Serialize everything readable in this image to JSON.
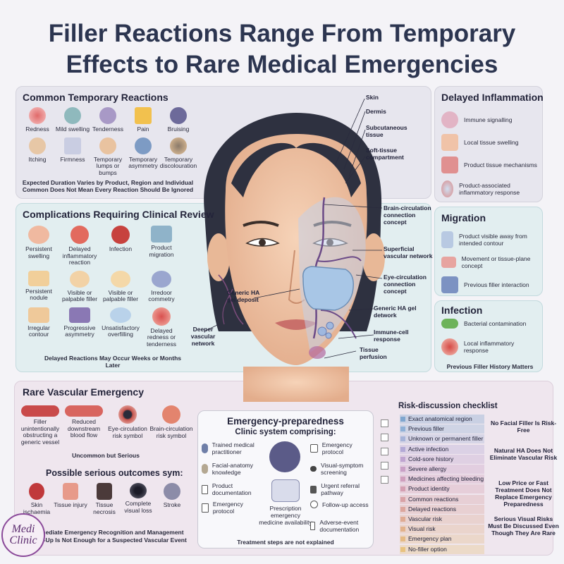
{
  "title": {
    "line1": "Filler Reactions Range From Temporary",
    "line2": "Effects to Rare Medical Emergencies"
  },
  "common": {
    "heading": "Common Temporary Reactions",
    "items": [
      "Redness",
      "Mild swelling",
      "Tenderness",
      "Pain",
      "Bruising",
      "Itching",
      "Firmness",
      "Temporary lumps or bumps",
      "Temporary asymmetry",
      "Temporary discolouration"
    ],
    "note": "Expected Duration Varies by Product, Region and Individual Common Does Not Mean Every Reaction Should Be Ignored"
  },
  "complications": {
    "heading": "Complications Requiring Clinical Review",
    "items": [
      "Persistent swelling",
      "Delayed inflammatory reaction",
      "Infection",
      "Product migration",
      "Persistent nodule",
      "Visible or palpable filler",
      "Visible or palpable filler",
      "Irredoor commetry",
      "Irregular contour",
      "Progressive asymmetry",
      "Unsatisfactory overfilling",
      "Delayed redness or tenderness"
    ],
    "note": "Delayed Reactions May Occur Weeks or Months Later"
  },
  "delayed": {
    "heading": "Delayed Inflammation",
    "items": [
      "Immune signalling",
      "Local tissue swelling",
      "Product tissue mechanisms",
      "Product-associated inflammatory response"
    ]
  },
  "migration": {
    "heading": "Migration",
    "items": [
      "Product visible away from intended contour",
      "Movement or tissue-plane concept",
      "Previous filler interaction"
    ]
  },
  "infection": {
    "heading": "Infection",
    "items": [
      "Bacterial contamination",
      "Local inflammatory response"
    ],
    "note": "Previous Filler History Matters"
  },
  "face_labels": {
    "skin": "Skin",
    "dermis": "Dermis",
    "subcutaneous": "Subcutaneous tissue",
    "soft_tissue": "Soft-tissue compartment",
    "brain": "Brain-circulation connection concept",
    "superficial": "Superficial vascular network",
    "eye": "Eye-circulation connection concept",
    "gel_deposit": "Generic HA gel deposit",
    "gel_network": "Generic HA gel detwork",
    "immune": "Immune-cell response",
    "perfusion": "Tissue perfusion",
    "deeper": "Deeper vascular network"
  },
  "vascular": {
    "heading": "Rare Vascular Emergency",
    "items": [
      "Filler unintentionally obstructing a generic vessel",
      "Reduced downstream blood flow",
      "Eye-circulation risk symbol",
      "Brain-circulation risk symbol"
    ],
    "note": "Uncommon but Serious",
    "outcomes_heading": "Possible serious outcomes sym:",
    "outcomes": [
      "Skin ischaemia",
      "Tissue injury",
      "Tissue necrosis",
      "Complete visual loss",
      "Stroke"
    ],
    "footer_line1": "s Immediate Emergency Recognition and Management",
    "footer_line2": "ollow-Up Is Not Enough for a Suspected Vascular Event"
  },
  "preparedness": {
    "heading": "Emergency-preparedness",
    "subheading": "Clinic system comprising:",
    "left": [
      "Trained medical practitioner",
      "Facial-anatomy knowledge",
      "Product documentation",
      "Emergency protocol"
    ],
    "center": "Prescription emergency medicine availability",
    "right": [
      "Emergency protocol",
      "Visual-symptom screening",
      "Urgent referral pathway",
      "Follow-up access",
      "Adverse-event documentation"
    ],
    "note": "Treatment steps are not explained"
  },
  "checklist": {
    "heading": "Risk-discussion checklist",
    "items": [
      {
        "label": "Exact anatomical region",
        "color": "#7fa6cf"
      },
      {
        "label": "Previous filler",
        "color": "#8fb0d6"
      },
      {
        "label": "Unknown or permanent filler",
        "color": "#a6b3d8"
      },
      {
        "label": "Active infection",
        "color": "#b3a9d6"
      },
      {
        "label": "Cold-sore history",
        "color": "#bfa4d0"
      },
      {
        "label": "Severe allergy",
        "color": "#c9a0c6"
      },
      {
        "label": "Medicines affecting bleeding",
        "color": "#cf9fbd"
      },
      {
        "label": "Product identity",
        "color": "#d49fb2"
      },
      {
        "label": "Common reactions",
        "color": "#d8a2a6"
      },
      {
        "label": "Delayed reactions",
        "color": "#dca69d"
      },
      {
        "label": "Vascular risk",
        "color": "#dfab93"
      },
      {
        "label": "Visual risk",
        "color": "#e2b28b"
      },
      {
        "label": "Emergency plan",
        "color": "#e5ba84"
      },
      {
        "label": "No-filler option",
        "color": "#e8c27f"
      }
    ],
    "side": [
      "No Facial Filler Is Risk-Free",
      "Natural HA Does Not Eliminate Vascular Risk",
      "Low Price or Fast Treatment Does Not Replace Emergency Preparedness",
      "Serious Visual Risks Must Be Discussed Even Though They Are Rare"
    ]
  },
  "logo": {
    "line1": "Medi",
    "line2": "Clinic"
  }
}
